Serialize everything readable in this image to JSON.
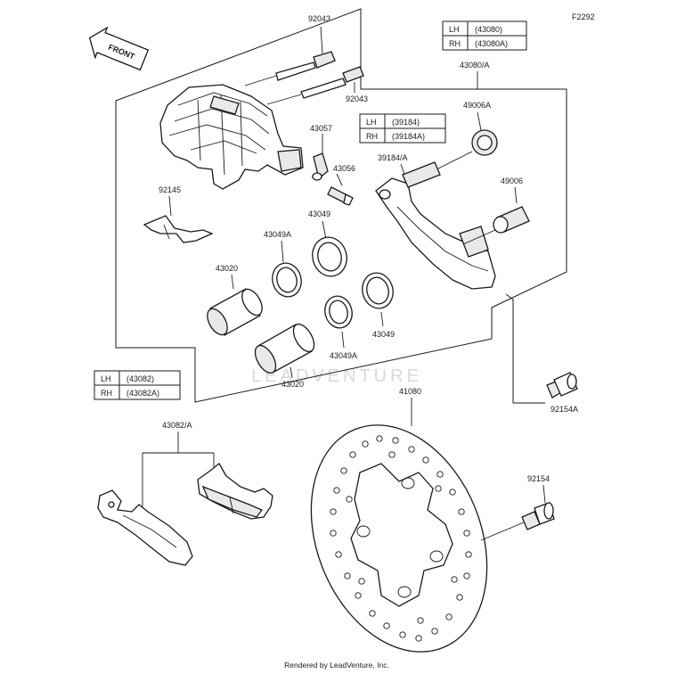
{
  "diagram_code": "F2292",
  "front_label": "FRONT",
  "watermark": "LEADVENTURE",
  "footer": "Rendered by LeadVenture, Inc.",
  "parts": {
    "p92043_top": "92043",
    "p92043_mid": "92043",
    "p43057": "43057",
    "p43056": "43056",
    "p92145": "92145",
    "p43049_a": "43049",
    "p43049a_a": "43049A",
    "p43020_a": "43020",
    "p43049a_b": "43049A",
    "p43049_b": "43049",
    "p43020_b": "43020",
    "p43080a": "43080/A",
    "p49006a": "49006A",
    "p39184a": "39184/A",
    "p49006": "49006",
    "p92154a": "92154A",
    "p43082a": "43082/A",
    "p41080": "41080",
    "p92154": "92154"
  },
  "tables": {
    "t43080": {
      "lh": "LH",
      "lh_val": "(43080)",
      "rh": "RH",
      "rh_val": "(43080A)"
    },
    "t39184": {
      "lh": "LH",
      "lh_val": "(39184)",
      "rh": "RH",
      "rh_val": "(39184A)"
    },
    "t43082": {
      "lh": "LH",
      "lh_val": "(43082)",
      "rh": "RH",
      "rh_val": "(43082A)"
    }
  }
}
